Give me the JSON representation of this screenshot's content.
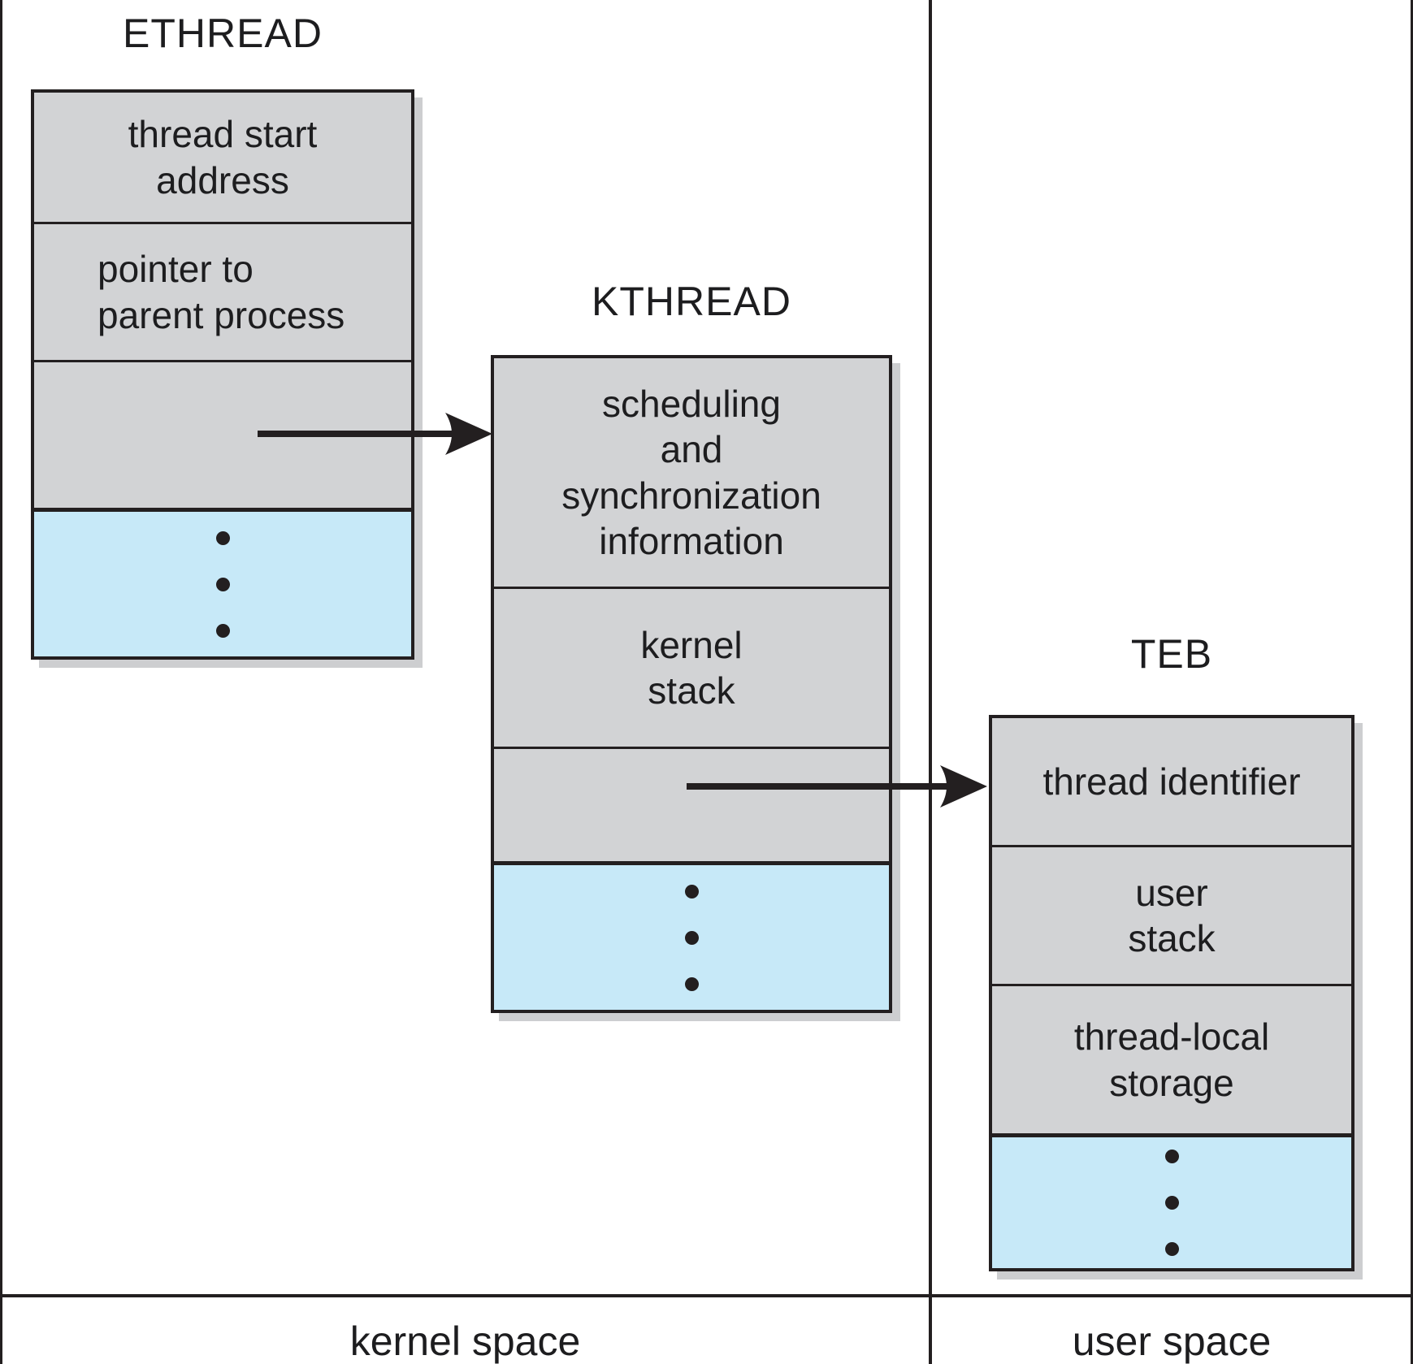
{
  "figure": {
    "regions": [
      {
        "id": "kernel",
        "label": "kernel space"
      },
      {
        "id": "user",
        "label": "user space"
      }
    ],
    "structures": [
      {
        "id": "ethread",
        "title": "ETHREAD",
        "rows": [
          {
            "type": "field",
            "label": "thread start\naddress"
          },
          {
            "type": "field",
            "label": "pointer to\nparent process"
          },
          {
            "type": "field",
            "label": ""
          },
          {
            "type": "ellipsis",
            "label": ""
          }
        ]
      },
      {
        "id": "kthread",
        "title": "KTHREAD",
        "rows": [
          {
            "type": "field",
            "label": "scheduling\nand\nsynchronization\ninformation"
          },
          {
            "type": "field",
            "label": "kernel\nstack"
          },
          {
            "type": "field",
            "label": ""
          },
          {
            "type": "ellipsis",
            "label": ""
          }
        ]
      },
      {
        "id": "teb",
        "title": "TEB",
        "rows": [
          {
            "type": "field",
            "label": "thread identifier"
          },
          {
            "type": "field",
            "label": "user\nstack"
          },
          {
            "type": "field",
            "label": "thread-local\nstorage"
          },
          {
            "type": "ellipsis",
            "label": ""
          }
        ]
      }
    ],
    "arrows": [
      {
        "id": "ethread-to-kthread",
        "meaning": "pointer from ETHREAD field to KTHREAD"
      },
      {
        "id": "kthread-to-teb",
        "meaning": "pointer from KTHREAD field to TEB"
      }
    ],
    "colors": {
      "field-fill": "#d2d3d5",
      "ellipsis-fill": "#c7e9f8",
      "line": "#231f20",
      "shadow": "#cdced0",
      "text": "#1d1d1f"
    }
  }
}
